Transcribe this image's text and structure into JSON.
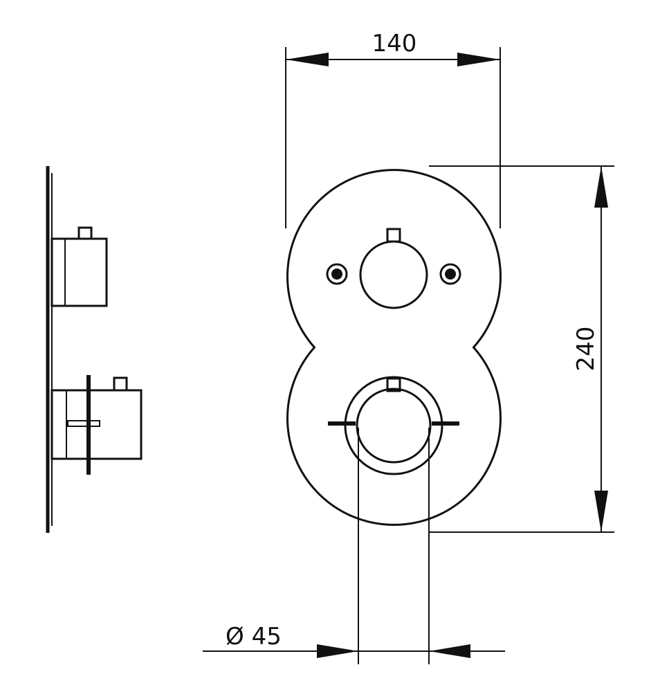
{
  "dimensions": {
    "width_label": "140",
    "height_label": "240",
    "diameter_label": "Ø 45"
  },
  "colors": {
    "line": "#111111",
    "background": "#ffffff"
  }
}
